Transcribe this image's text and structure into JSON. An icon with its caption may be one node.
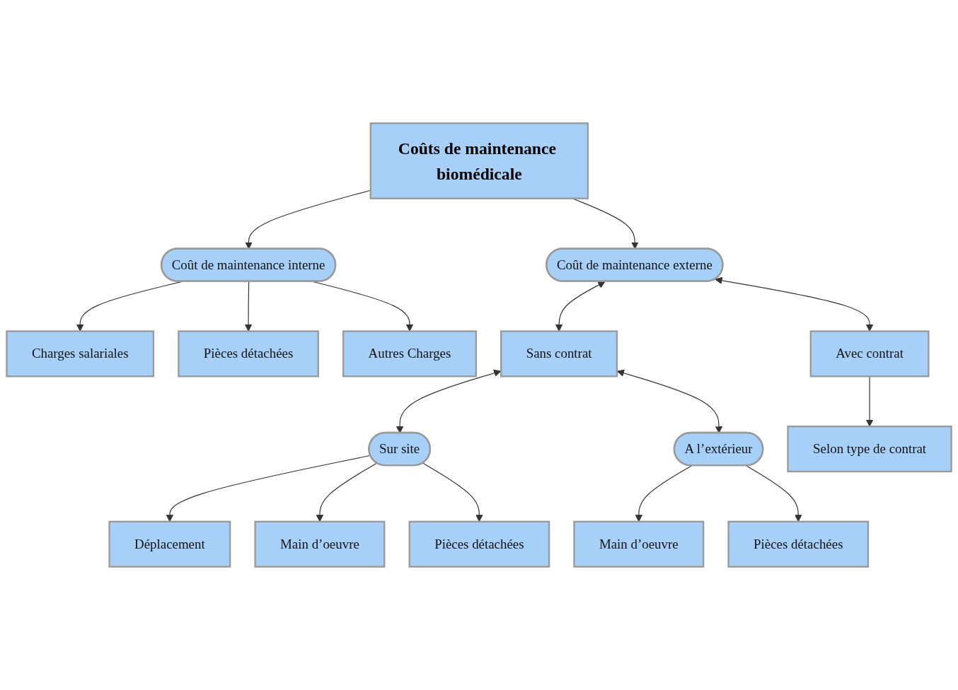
{
  "diagram": {
    "nodes": [
      {
        "text": [
          "Coûts de maintenance biomédicale"
        ]
      },
      {
        "text": [
          "Coût de maintenance interne"
        ]
      },
      {
        "text": [
          "Coût de maintenance externe"
        ]
      },
      {
        "text": [
          "Charges salariales"
        ]
      },
      {
        "text": [
          "Pièces détachées"
        ]
      },
      {
        "text": [
          "Autres Charges"
        ]
      },
      {
        "text": [
          "Sans contrat"
        ]
      },
      {
        "text": [
          "Avec contrat"
        ]
      },
      {
        "text": [
          "Sur site"
        ]
      },
      {
        "text": [
          "A l’extérieur"
        ]
      },
      {
        "text": [
          "Selon type de contrat"
        ]
      },
      {
        "text": [
          "Déplacement"
        ]
      },
      {
        "text": [
          "Main d’oeuvre"
        ]
      },
      {
        "text": [
          "Pièces détachées"
        ]
      },
      {
        "text": [
          "Main d’oeuvre"
        ]
      },
      {
        "text": [
          "Pièces détachées"
        ]
      }
    ],
    "edges": [
      {
        "from": 0,
        "to": 1,
        "arrow": "to"
      },
      {
        "from": 0,
        "to": 2,
        "arrow": "to"
      },
      {
        "from": 1,
        "to": 3,
        "arrow": "to"
      },
      {
        "from": 1,
        "to": 4,
        "arrow": "to"
      },
      {
        "from": 1,
        "to": 5,
        "arrow": "to"
      },
      {
        "from": 2,
        "to": 6,
        "arrow": "both"
      },
      {
        "from": 2,
        "to": 7,
        "arrow": "both"
      },
      {
        "from": 6,
        "to": 8,
        "arrow": "both"
      },
      {
        "from": 6,
        "to": 9,
        "arrow": "both"
      },
      {
        "from": 7,
        "to": 10,
        "arrow": "to"
      },
      {
        "from": 8,
        "to": 11,
        "arrow": "to"
      },
      {
        "from": 8,
        "to": 12,
        "arrow": "to"
      },
      {
        "from": 8,
        "to": 13,
        "arrow": "to"
      },
      {
        "from": 9,
        "to": 14,
        "arrow": "to"
      },
      {
        "from": 9,
        "to": 15,
        "arrow": "to"
      }
    ]
  }
}
